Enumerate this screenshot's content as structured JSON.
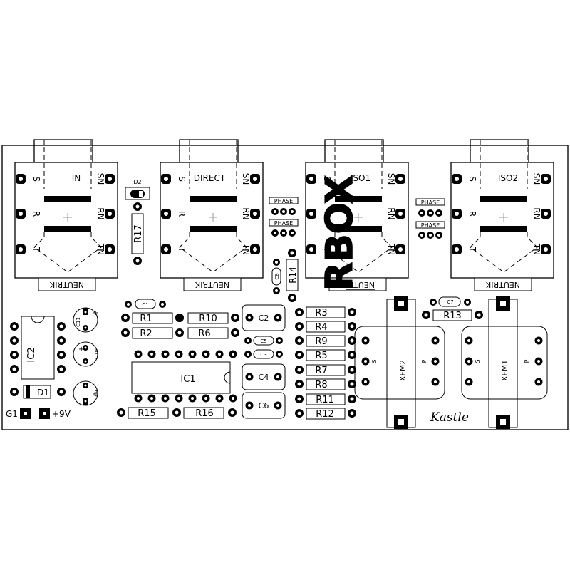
{
  "jacks": [
    {
      "label": "IN",
      "brand": "NEUTRIK",
      "pins": [
        "S",
        "R",
        "T"
      ],
      "switch_pins": [
        "SN",
        "RN",
        "TN"
      ]
    },
    {
      "label": "DIRECT",
      "brand": "NEUTRIK",
      "pins": [
        "S",
        "R",
        "T"
      ],
      "switch_pins": [
        "SN",
        "RN",
        "TN"
      ]
    },
    {
      "label": "ISO1",
      "brand": "NEUTRIK",
      "pins": [
        "S",
        "R",
        "T"
      ],
      "switch_pins": [
        "SN",
        "RN",
        "TN"
      ]
    },
    {
      "label": "ISO2",
      "brand": "NEUTRIK",
      "pins": [
        "S",
        "R",
        "T"
      ],
      "switch_pins": [
        "SN",
        "RN",
        "TN"
      ]
    }
  ],
  "resistors": {
    "r1": "R1",
    "r2": "R2",
    "r3": "R3",
    "r4": "R4",
    "r5": "R5",
    "r6": "R6",
    "r7": "R7",
    "r8": "R8",
    "r9": "R9",
    "r10": "R10",
    "r11": "R11",
    "r12": "R12",
    "r13": "R13",
    "r14": "R14",
    "r15": "R15",
    "r16": "R16",
    "r17": "R17"
  },
  "capacitors": {
    "c1": "C1",
    "c2": "C2",
    "c3": "C3",
    "c4": "C4",
    "c5": "C5",
    "c6": "C6",
    "c7": "C7",
    "c8": "C8",
    "c9": "C9",
    "c10": "C10",
    "c11": "C11"
  },
  "ics": {
    "ic1": "IC1",
    "ic2": "IC2"
  },
  "diodes": {
    "d1": "D1",
    "d2": "D2"
  },
  "phase_switches": [
    "PHASE",
    "PHASE",
    "PHASE",
    "PHASE"
  ],
  "transformers": [
    {
      "label": "XFM2",
      "primary": "P",
      "secondary": "S"
    },
    {
      "label": "XFM1",
      "primary": "P",
      "secondary": "S"
    }
  ],
  "power": {
    "ground": "G1",
    "supply": "+9V"
  },
  "marks": {
    "polarity": "+",
    "logo": "RBOX"
  },
  "signature": "Kastle",
  "colors": {
    "copper": "#000000",
    "board": "#ffffff",
    "outline": "#1a1a1a"
  }
}
